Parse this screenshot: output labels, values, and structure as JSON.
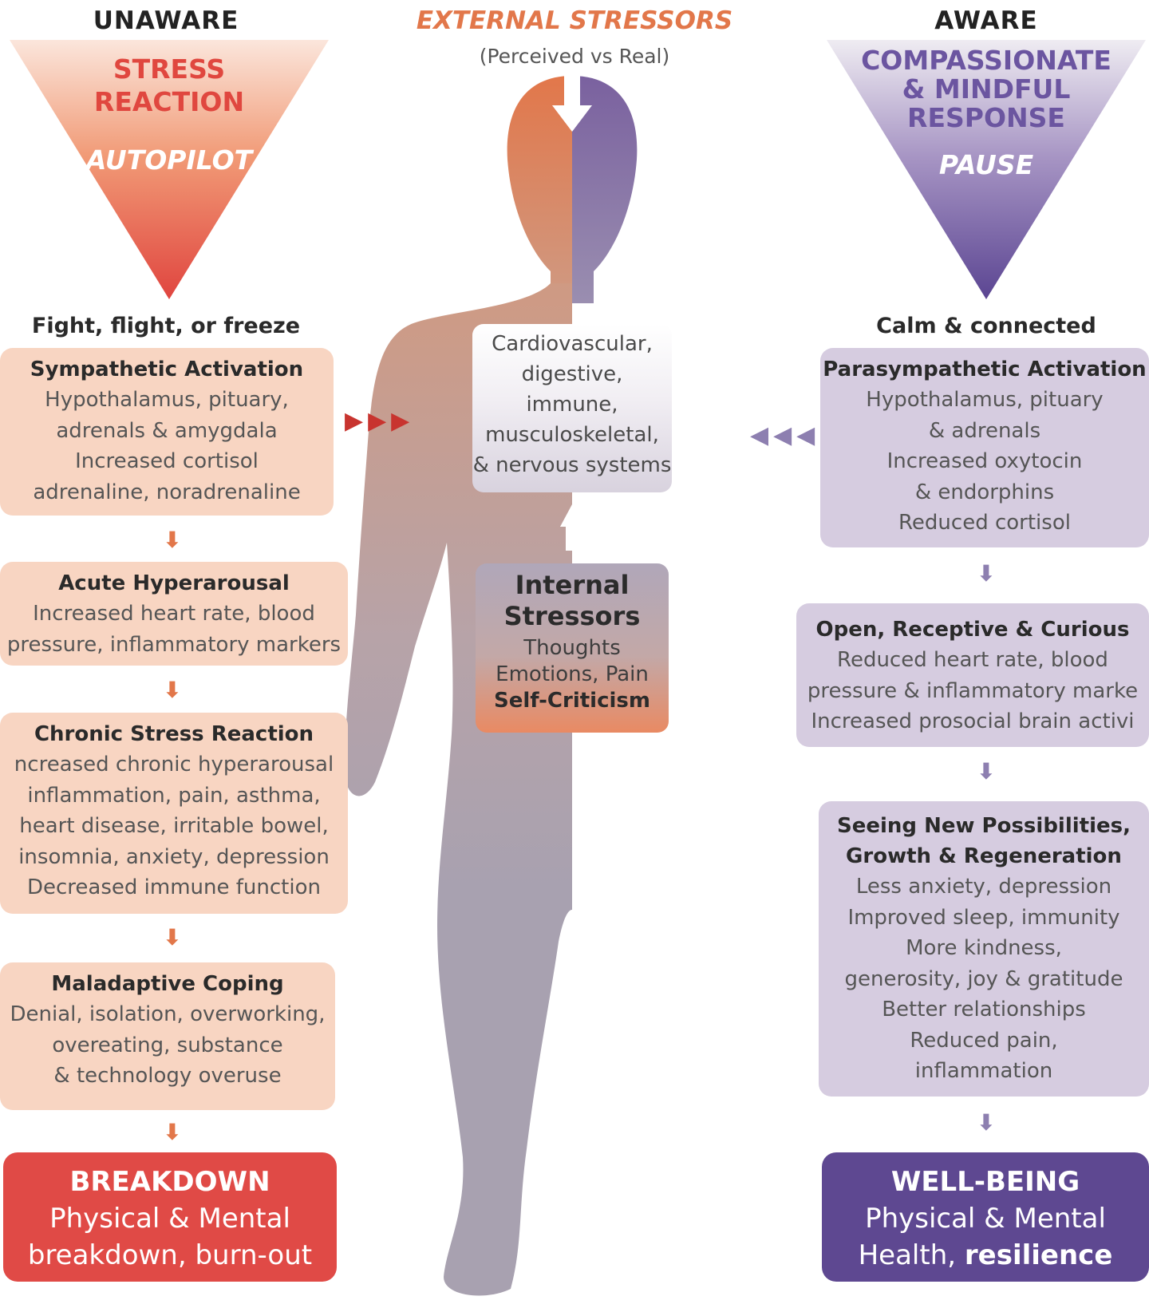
{
  "header": {
    "left": "UNAWARE",
    "center_title": "EXTERNAL STRESSORS",
    "center_sub": "(Perceived vs Real)",
    "right": "AWARE"
  },
  "left_triangle": {
    "line1": "STRESS",
    "line2": "REACTION",
    "line3": "AUTOPILOT"
  },
  "right_triangle": {
    "line1": "COMPASSIONATE",
    "line2": "& MINDFUL",
    "line3": "RESPONSE",
    "line4": "PAUSE"
  },
  "left": {
    "heading": "Fight, flight, or freeze",
    "boxes": [
      {
        "title": "Sympathetic Activation",
        "lines": [
          "Hypothalamus, pituary,",
          "adrenals & amygdala",
          "Increased cortisol",
          "adrenaline, noradrenaline"
        ]
      },
      {
        "title": "Acute Hyperarousal",
        "lines": [
          "Increased heart rate, blood",
          "pressure, inflammatory markers"
        ]
      },
      {
        "title": "Chronic Stress Reaction",
        "lines": [
          "ncreased chronic hyperarousal",
          "inflammation, pain, asthma,",
          "heart disease, irritable bowel,",
          "insomnia, anxiety, depression",
          "Decreased immune function"
        ]
      },
      {
        "title": "Maladaptive Coping",
        "lines": [
          "Denial, isolation, overworking,",
          "overeating, substance",
          "& technology overuse"
        ]
      }
    ],
    "end": {
      "title": "BREAKDOWN",
      "line1": "Physical & Mental",
      "line2": "breakdown, burn-out"
    }
  },
  "right": {
    "heading": "Calm & connected",
    "boxes": [
      {
        "title": "Parasympathetic Activation",
        "lines": [
          "Hypothalamus, pituary",
          "& adrenals",
          "Increased oxytocin",
          "& endorphins",
          "Reduced cortisol"
        ]
      },
      {
        "title": "Open, Receptive & Curious",
        "lines": [
          "Reduced heart rate, blood",
          "pressure & inflammatory marke",
          "Increased prosocial brain activi"
        ]
      },
      {
        "title": "Seeing New Possibilities,",
        "title2": "Growth & Regeneration",
        "lines": [
          "Less anxiety, depression",
          "Improved sleep, immunity",
          "More kindness,",
          "generosity, joy & gratitude",
          "Better relationships",
          "Reduced pain,",
          "inflammation"
        ]
      }
    ],
    "end": {
      "title": "WELL-BEING",
      "line1": "Physical & Mental",
      "line2a": "Health, ",
      "line2b": "resilience"
    }
  },
  "center": {
    "systems": [
      "Cardiovascular,",
      "digestive,",
      "immune,",
      "musculoskeletal,",
      "& nervous systems"
    ],
    "internal": {
      "title1": "Internal",
      "title2": "Stressors",
      "line1": "Thoughts",
      "line2": "Emotions, Pain",
      "line3": "Self-Criticism"
    }
  },
  "colors": {
    "orange": "#e2774a",
    "red": "#e04a46",
    "purple": "#7a619f",
    "dark_purple": "#5e4891",
    "left_box": "#f8d5c2",
    "right_box": "#d6cce0",
    "silhouette": "#a8a1b0"
  },
  "icons": {
    "left_connector": "triple-right-triangle-icon",
    "right_connector": "triple-left-triangle-icon",
    "down_arrow": "down-arrow-icon",
    "up_arrow": "up-arrow-icon"
  }
}
